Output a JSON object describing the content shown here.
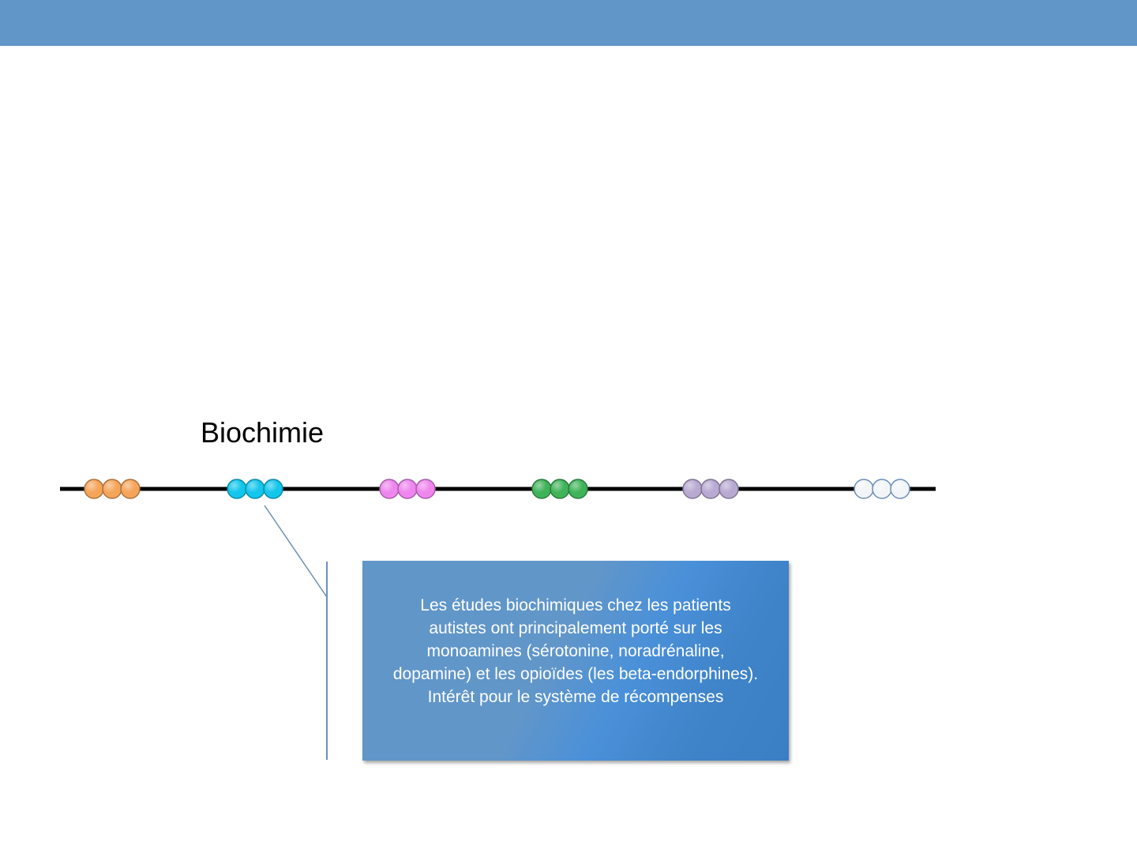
{
  "slide": {
    "title": "Biochimie",
    "accent_color": "#6196c9",
    "callout": {
      "text": "Les études biochimiques chez les patients autistes ont principalement porté sur les monoamines (sérotonine, noradrénaline, dopamine) et les opioïdes (les beta-endorphines). Intérêt pour le système de récompenses"
    },
    "timeline": {
      "groups": [
        {
          "color": "#f5a55a",
          "dots": 3
        },
        {
          "color": "#12c6ec",
          "dots": 3
        },
        {
          "color": "#ee86ee",
          "dots": 3
        },
        {
          "color": "#3fb35a",
          "dots": 3
        },
        {
          "color": "#b7a9d1",
          "dots": 3
        },
        {
          "color": "#f2f5f8",
          "dots": 3
        }
      ],
      "highlighted_group": 1
    }
  }
}
